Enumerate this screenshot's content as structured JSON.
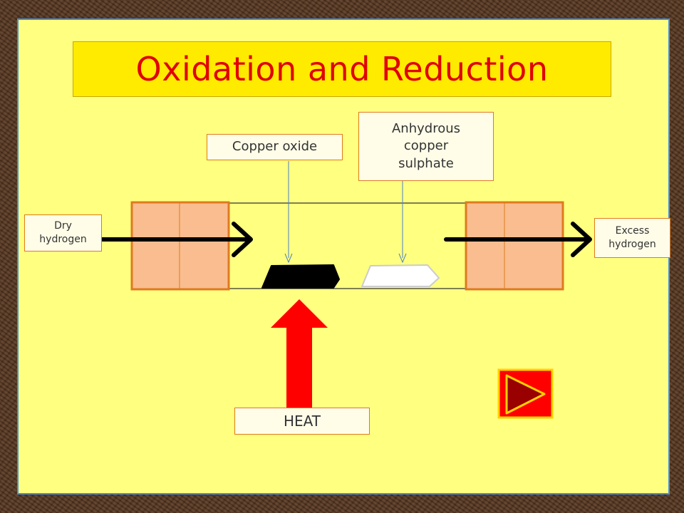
{
  "title": "Oxidation and Reduction",
  "labels": {
    "copper_oxide": "Copper oxide",
    "anhydrous": "Anhydrous copper sulphate",
    "dry_hydrogen": "Dry hydrogen",
    "excess_hydrogen": "Excess hydrogen",
    "heat": "HEAT"
  },
  "colors": {
    "slide_bg": "#ffff80",
    "title_bg": "#ffeb00",
    "title_text": "#e00000",
    "stopper": "#f9bd8f",
    "stopper_border": "#e07a20",
    "heat_arrow": "#ff0000",
    "copper_oxide": "#000000",
    "anhydrous_powder": "#ffffff",
    "play_button_bg": "#ff0000",
    "play_button_triangle": "#990000"
  },
  "icons": {
    "play_button": "play-triangle-icon"
  }
}
